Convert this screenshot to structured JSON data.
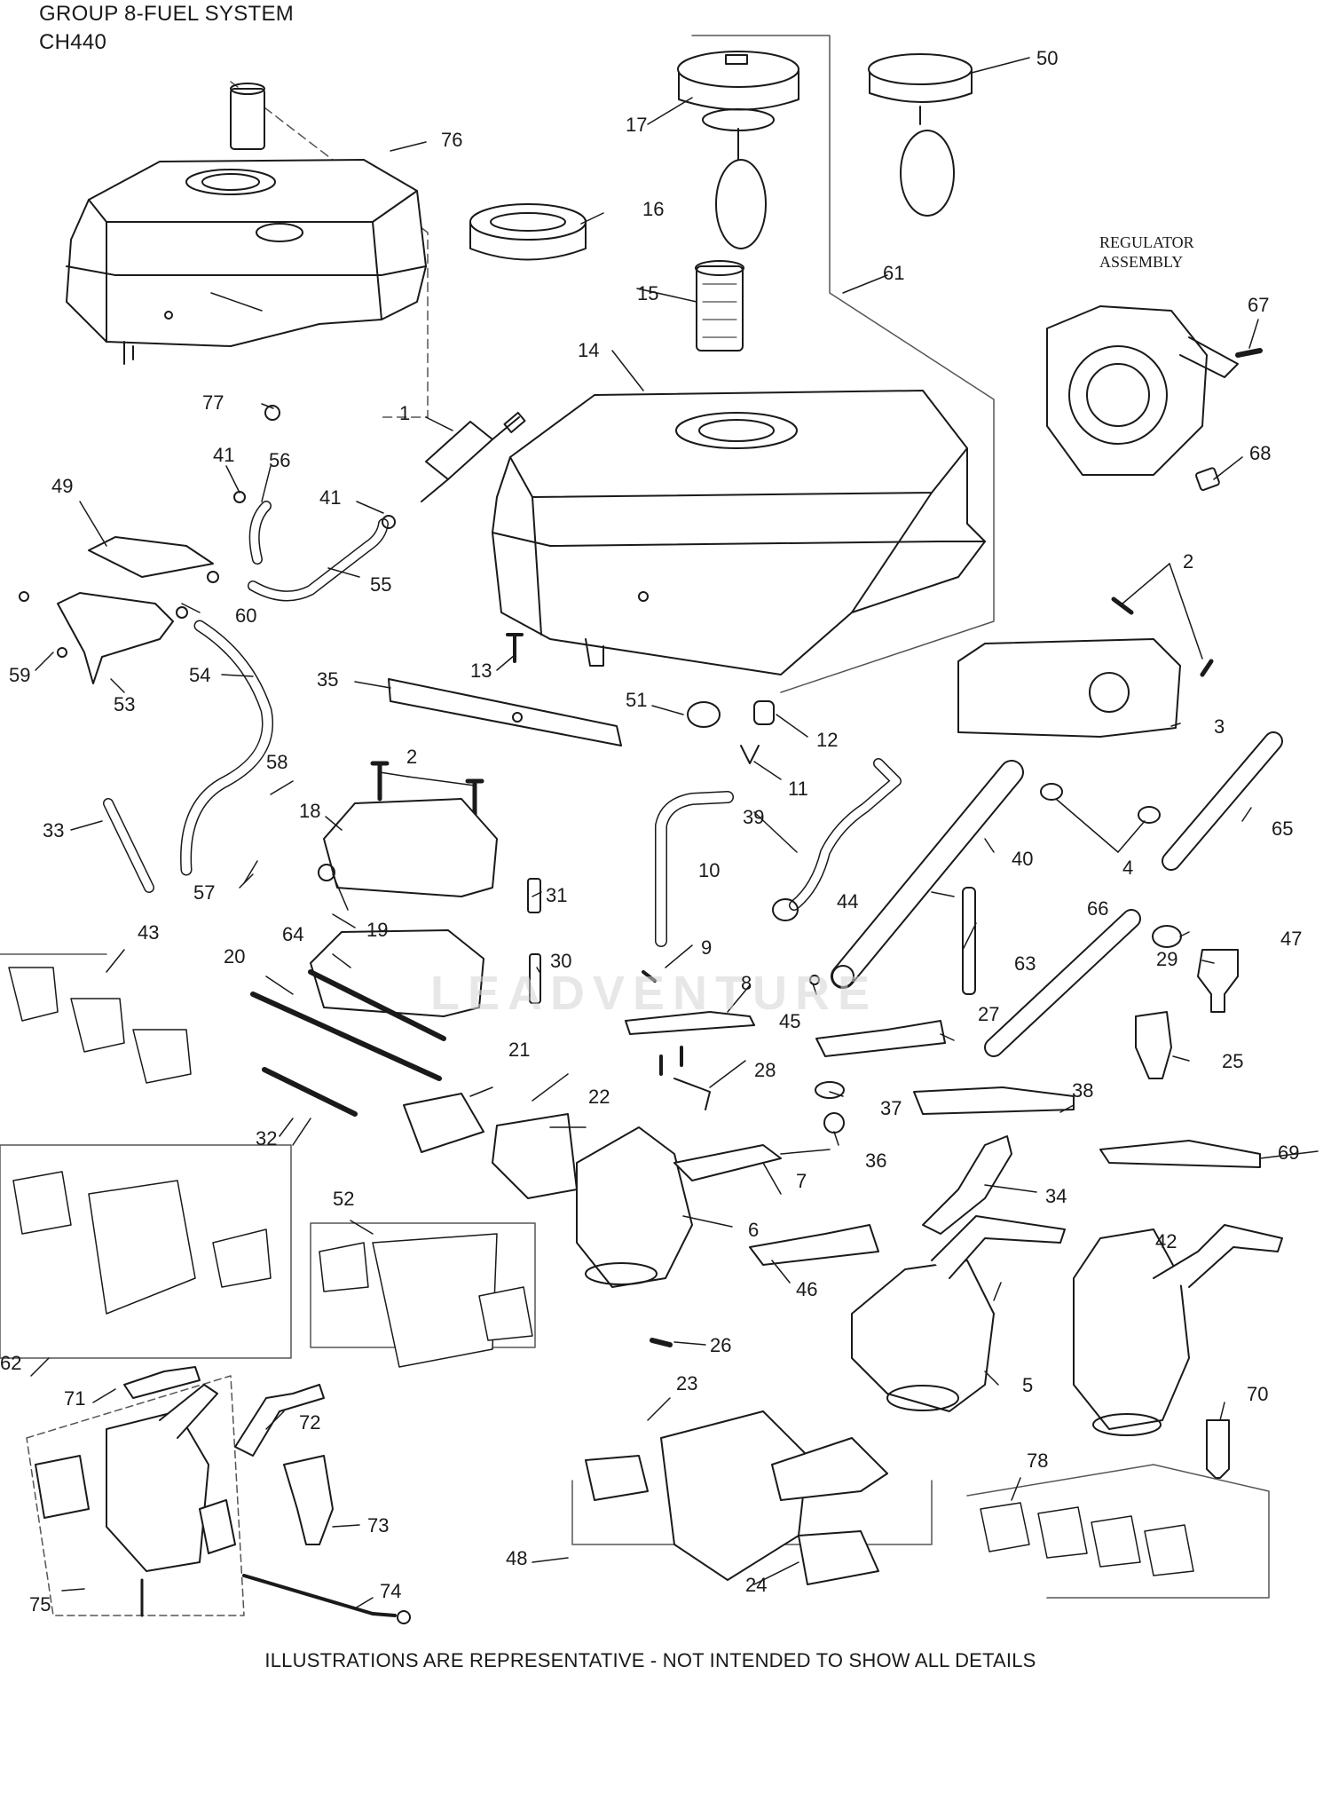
{
  "header": {
    "title": "GROUP 8-FUEL SYSTEM",
    "model": "CH440"
  },
  "regulator_note": {
    "line1": "REGULATOR",
    "line2": "ASSEMBLY"
  },
  "watermark": "LEADVENTURE",
  "footer": "ILLUSTRATIONS ARE REPRESENTATIVE - NOT INTENDED TO SHOW ALL DETAILS",
  "callouts": [
    "1",
    "2",
    "2",
    "3",
    "4",
    "5",
    "6",
    "7",
    "8",
    "9",
    "10",
    "11",
    "12",
    "13",
    "14",
    "15",
    "16",
    "17",
    "18",
    "19",
    "20",
    "21",
    "22",
    "23",
    "24",
    "25",
    "26",
    "27",
    "28",
    "29",
    "30",
    "31",
    "32",
    "33",
    "34",
    "35",
    "36",
    "37",
    "38",
    "39",
    "40",
    "41",
    "41",
    "42",
    "43",
    "44",
    "45",
    "46",
    "47",
    "48",
    "49",
    "50",
    "51",
    "52",
    "53",
    "54",
    "55",
    "56",
    "57",
    "58",
    "59",
    "60",
    "61",
    "62",
    "63",
    "64",
    "65",
    "66",
    "67",
    "68",
    "69",
    "70",
    "71",
    "72",
    "73",
    "74",
    "75",
    "76",
    "77",
    "78"
  ],
  "colors": {
    "line": "#1a1a1a",
    "fill": "#ffffff",
    "group_border": "#555555",
    "watermark": "#d4d4d4"
  }
}
